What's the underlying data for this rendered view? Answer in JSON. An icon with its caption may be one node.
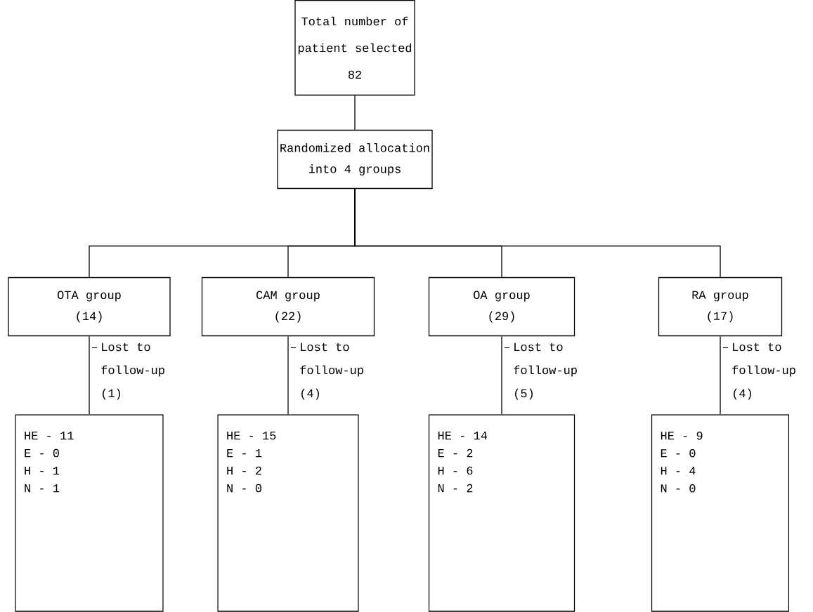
{
  "diagram": {
    "nodes": [
      {
        "text": [
          "Total number of patient selected",
          "82"
        ]
      },
      {
        "text": [
          "Randomized allocation into 4 groups"
        ]
      },
      {
        "text": [
          "OTA group",
          "(14)"
        ]
      },
      {
        "text": [
          "CAM group",
          "(22)"
        ]
      },
      {
        "text": [
          "OA group",
          "(29)"
        ]
      },
      {
        "text": [
          "RA group",
          "(17)"
        ]
      },
      {
        "text": [
          "HE - 11",
          "E - 0",
          "H - 1",
          "N - 1"
        ]
      },
      {
        "text": [
          "HE - 15",
          "E - 1",
          "H - 2",
          "N - 0"
        ]
      },
      {
        "text": [
          "HE - 14",
          "E - 2",
          "H - 6",
          "N - 2"
        ]
      },
      {
        "text": [
          "HE - 9",
          "E - 0",
          "H - 4",
          "N - 0"
        ]
      }
    ],
    "edges": [
      {
        "from": 0,
        "to": 1,
        "arrow": "none"
      },
      {
        "from": 1,
        "to": 2,
        "arrow": "none"
      },
      {
        "from": 1,
        "to": 3,
        "arrow": "none"
      },
      {
        "from": 1,
        "to": 4,
        "arrow": "none"
      },
      {
        "from": 1,
        "to": 5,
        "arrow": "none"
      },
      {
        "from": 2,
        "to": 6,
        "arrow": "none",
        "label": "Lost to follow-up (1)"
      },
      {
        "from": 3,
        "to": 7,
        "arrow": "none",
        "label": "Lost to follow-up (4)"
      },
      {
        "from": 4,
        "to": 8,
        "arrow": "none",
        "label": "Lost to follow-up (5)"
      },
      {
        "from": 5,
        "to": 9,
        "arrow": "none",
        "label": "Lost to follow-up (4)"
      }
    ]
  }
}
